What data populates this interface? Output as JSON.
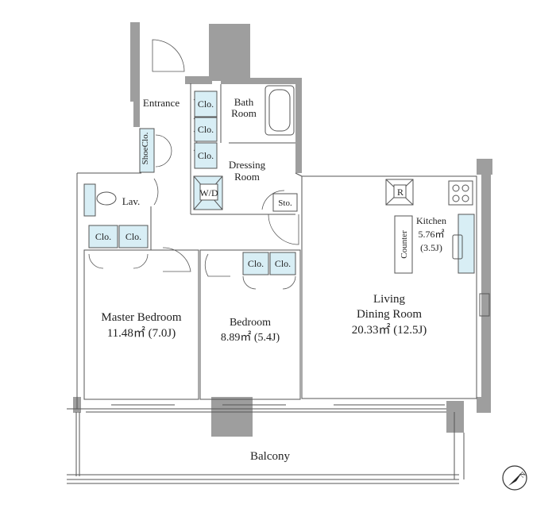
{
  "rooms": {
    "entrance": "Entrance",
    "bath_l1": "Bath",
    "bath_l2": "Room",
    "dressing_l1": "Dressing",
    "dressing_l2": "Room",
    "wd": "W/D",
    "sto": "Sto.",
    "lav": "Lav.",
    "shoe_clo": "ShoeClo.",
    "kitchen_l1": "Kitchen",
    "kitchen_l2": "5.76㎡",
    "kitchen_l3": "(3.5J)",
    "counter": "Counter",
    "fridge": "R",
    "living_l1": "Living",
    "living_l2": "Dining Room",
    "living_l3": "20.33㎡ (12.5J)",
    "master_l1": "Master Bedroom",
    "master_l2": "11.48㎡ (7.0J)",
    "bedroom_l1": "Bedroom",
    "bedroom_l2": "8.89㎡ (5.4J)",
    "balcony": "Balcony"
  },
  "closet_label": "Clo.",
  "compass_letter": "N",
  "colors": {
    "wall": "#9e9e9e",
    "closet": "#d8eef5",
    "line": "#555555"
  }
}
